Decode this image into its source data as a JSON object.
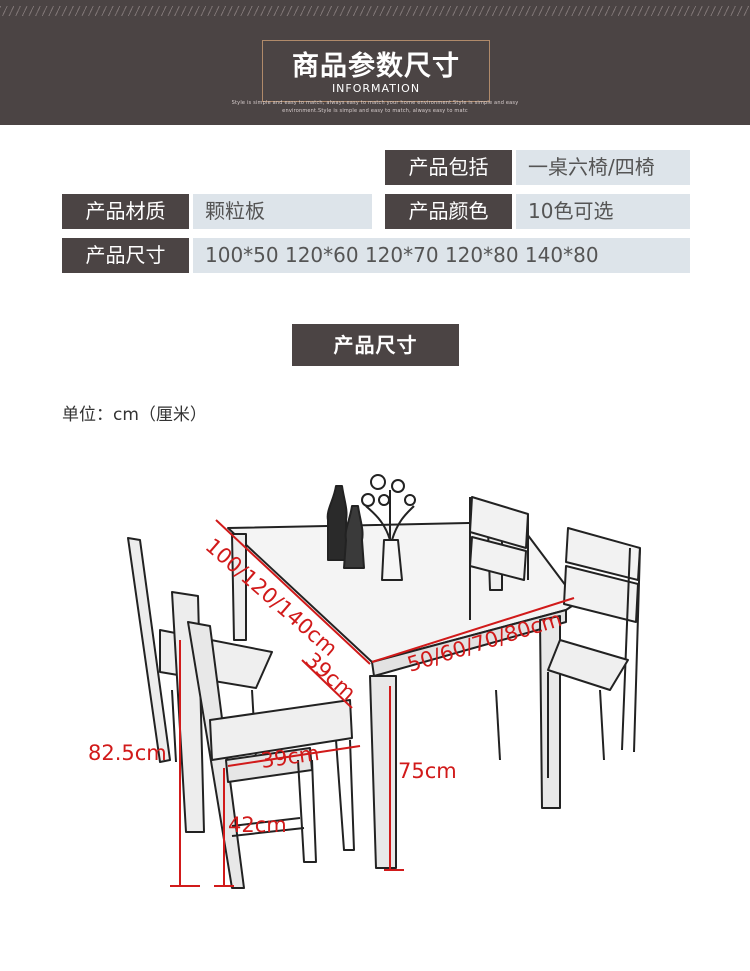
{
  "banner": {
    "title": "商品参数尺寸",
    "subtitle": "INFORMATION",
    "tagline_1": "Style is simple and easy to match, always easy to match your home environment.Style is simple and easy",
    "tagline_2": "environment.Style is simple and easy to match, always easy to matc"
  },
  "params": [
    {
      "label": "产品包括",
      "value": "一桌六椅/四椅"
    },
    {
      "label": "产品材质",
      "value": "颗粒板"
    },
    {
      "label": "产品颜色",
      "value": "10色可选"
    },
    {
      "label": "产品尺寸",
      "value": "100*50  120*60  120*70  120*80  140*80"
    }
  ],
  "section": {
    "title": "产品尺寸",
    "unit_note": "单位：cm（厘米）"
  },
  "dimensions": {
    "table_length": "100/120/140cm",
    "table_width": "50/60/70/80cm",
    "table_height": "75cm",
    "chair_height": "82.5cm",
    "seat_depth": "39cm",
    "seat_width": "39cm",
    "seat_height": "42cm"
  },
  "colors": {
    "banner_bg": "#4b4444",
    "label_bg": "#4b4444",
    "value_bg": "#dde4ea",
    "dimension_red": "#d11a1a"
  }
}
